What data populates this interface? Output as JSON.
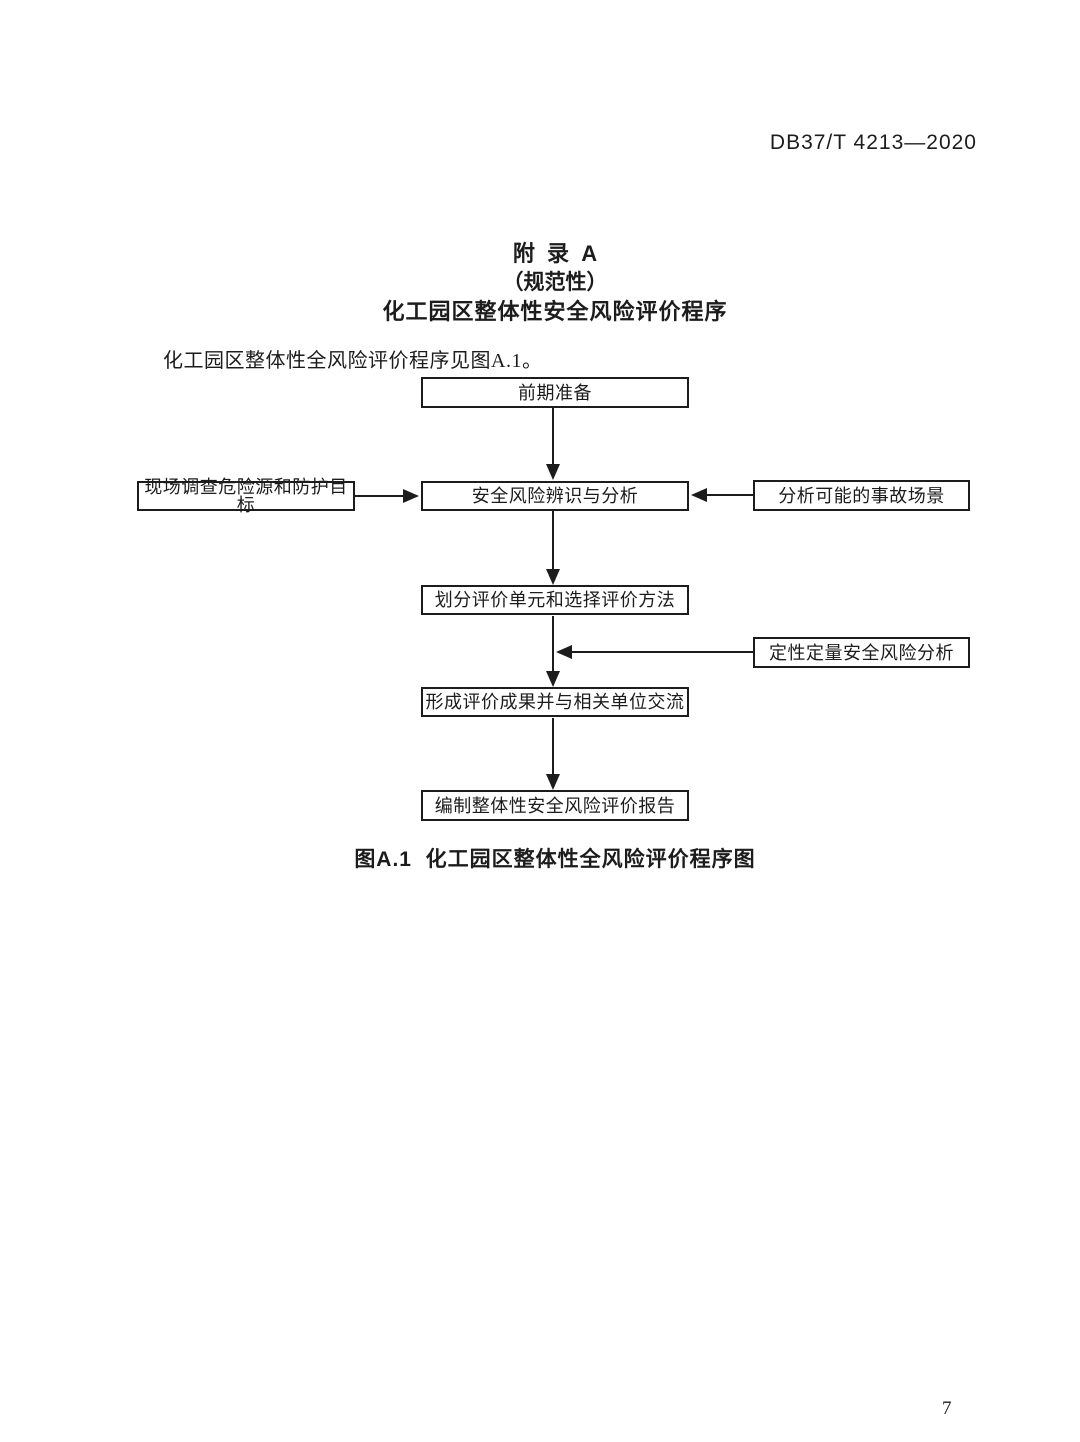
{
  "header": {
    "standard_code": "DB37/T 4213—2020"
  },
  "appendix": {
    "title": "附  录  A",
    "subtitle": "（规范性）",
    "heading": "化工园区整体性安全风险评价程序",
    "intro": "化工园区整体性全风险评价程序见图A.1。"
  },
  "flowchart": {
    "boxes": [
      {
        "id": "preparation",
        "label": "前期准备"
      },
      {
        "id": "site-survey",
        "label": "现场调查危险源和防护目标"
      },
      {
        "id": "risk-identify",
        "label": "安全风险辨识与分析"
      },
      {
        "id": "accident-scene",
        "label": "分析可能的事故场景"
      },
      {
        "id": "unit-division",
        "label": "划分评价单元和选择评价方法"
      },
      {
        "id": "qual-quant",
        "label": "定性定量安全风险分析"
      },
      {
        "id": "results-exchange",
        "label": "形成评价成果并与相关单位交流"
      },
      {
        "id": "report",
        "label": "编制整体性安全风险评价报告"
      }
    ],
    "caption": "图A.1  化工园区整体性全风险评价程序图"
  },
  "footer": {
    "page_number": "7"
  },
  "colors": {
    "ink": "#1c1c1c",
    "background": "#ffffff"
  }
}
